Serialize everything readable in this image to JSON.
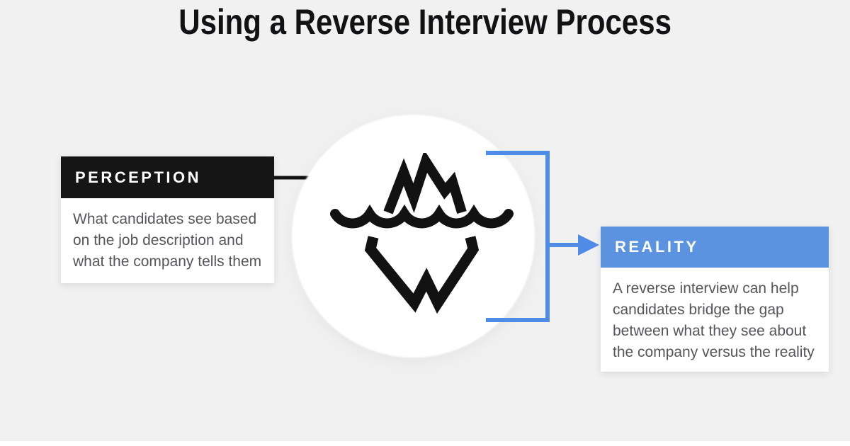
{
  "title": "Using a Reverse Interview Process",
  "perception_card": {
    "header": "PERCEPTION",
    "body": "What candidates see based on the job description and what the company tells them"
  },
  "reality_card": {
    "header": "REALITY",
    "body": "A reverse interview can help candidates bridge the gap between what they see about the company versus the reality"
  },
  "icons": {
    "center": "iceberg-icon",
    "left_connector": "black-right-arrow-icon",
    "right_connector": "blue-bracket-right-arrow-icon"
  },
  "colors": {
    "bg": "#f1f1f2",
    "title_color": "#111214",
    "black_header": "#151515",
    "accent_blue": "#5b93e0",
    "bracket_blue": "#4f8ce8",
    "body_text": "#55565a",
    "card_white": "#ffffff",
    "arrow_black": "#121212"
  }
}
